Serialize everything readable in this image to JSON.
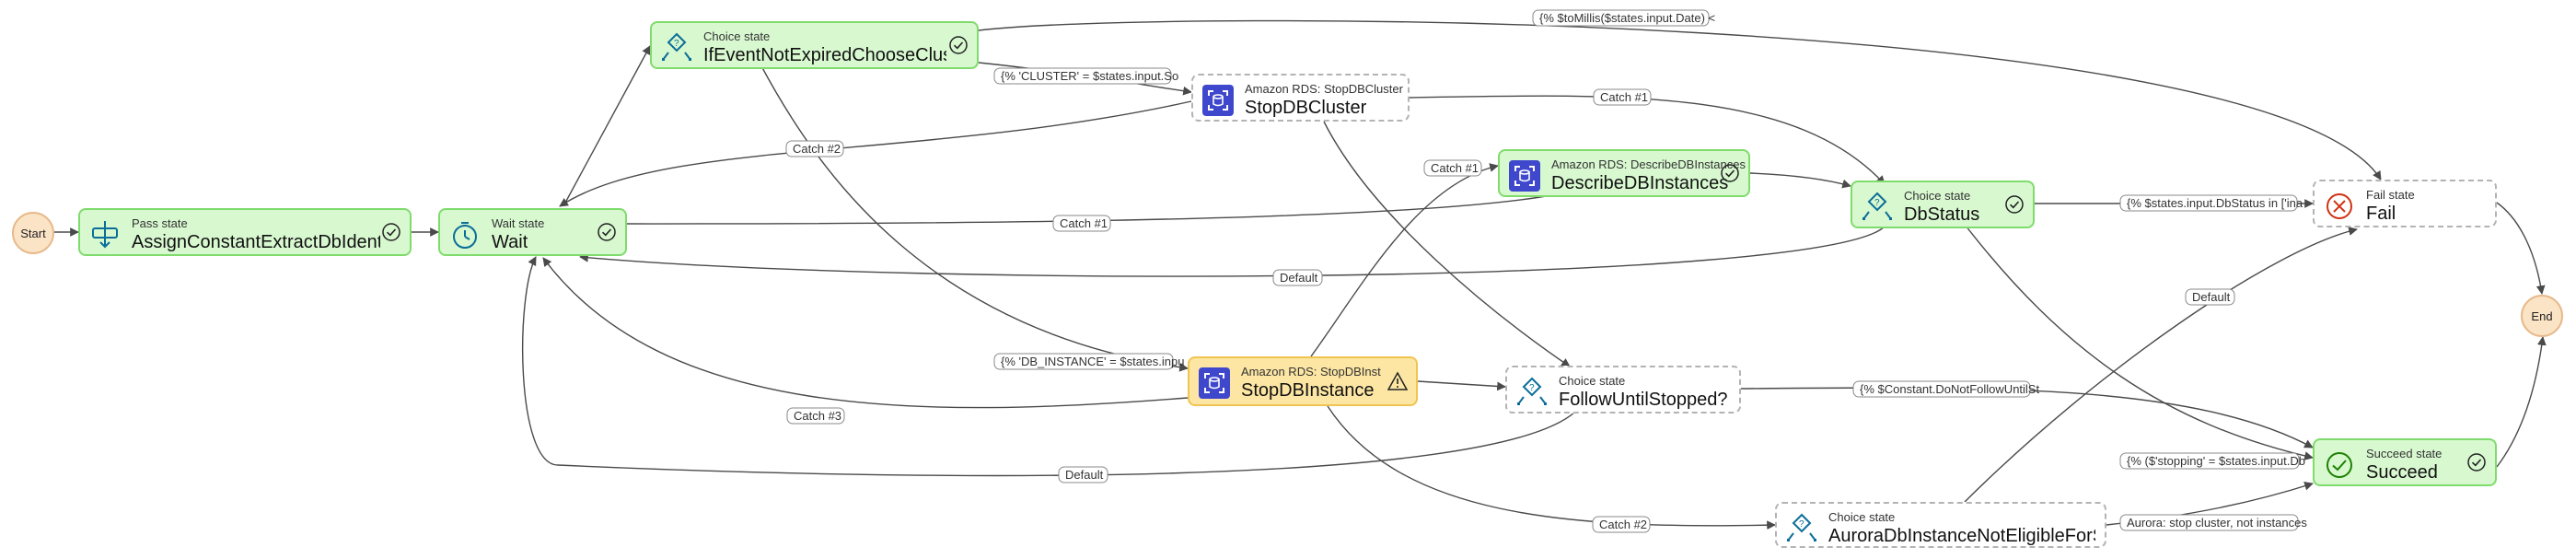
{
  "terminals": {
    "start": "Start",
    "end": "End"
  },
  "nodes": {
    "assign": {
      "type": "Pass state",
      "name": "AssignConstantExtractDbIdentifier",
      "icon": "pass-icon",
      "status": "success"
    },
    "wait": {
      "type": "Wait state",
      "name": "Wait",
      "icon": "timer-icon",
      "status": "success"
    },
    "ifEvent": {
      "type": "Choice state",
      "name": "IfEventNotExpiredChooseClusterOrInstance",
      "icon": "choice-icon",
      "status": "success"
    },
    "stopCluster": {
      "type": "Amazon RDS: StopDBCluster",
      "name": "StopDBCluster",
      "icon": "rds-icon",
      "status": "none"
    },
    "describe": {
      "type": "Amazon RDS: DescribeDBInstances",
      "name": "DescribeDBInstances",
      "icon": "rds-icon",
      "status": "success"
    },
    "dbStatus": {
      "type": "Choice state",
      "name": "DbStatus",
      "icon": "choice-icon",
      "status": "success"
    },
    "stopInstance": {
      "type": "Amazon RDS: StopDBInstance",
      "name": "StopDBInstance",
      "icon": "rds-icon",
      "status": "warning"
    },
    "follow": {
      "type": "Choice state",
      "name": "FollowUntilStopped?",
      "icon": "choice-icon",
      "status": "none"
    },
    "aurora": {
      "type": "Choice state",
      "name": "AuroraDbInstanceNotEligibleForStop",
      "icon": "choice-icon",
      "status": "none"
    },
    "fail": {
      "type": "Fail state",
      "name": "Fail",
      "icon": "fail-icon",
      "status": "none"
    },
    "succeed": {
      "type": "Succeed state",
      "name": "Succeed",
      "icon": "succeed-icon",
      "status": "success"
    }
  },
  "edge_labels": {
    "toMillis": "{% $toMillis($states.input.Date) <",
    "cluster": "{% 'CLUSTER' = $states.input.So",
    "dbInstance": "{% 'DB_INSTANCE' = $states.inpu",
    "catch2a": "Catch #2",
    "catch1a": "Catch #1",
    "catch1b": "Catch #1",
    "catch1c": "Catch #1",
    "default1": "Default",
    "catch3": "Catch #3",
    "default2": "Default",
    "catch2b": "Catch #2",
    "dbStatusIn": "{% $states.input.DbStatus in ['ina",
    "default3": "Default",
    "doNotFollow": "{% $Constant.DoNotFollowUntilSt",
    "stopping": "{% ($'stopping' = $states.input.Db",
    "aurora": "Aurora: stop cluster, not instances"
  },
  "colors": {
    "success_fill": "#d8f8d0",
    "success_border": "#7fdc6c",
    "warning_fill": "#fde6a3",
    "warning_border": "#f0c451",
    "dashed_border": "#b3b3b3",
    "terminal_fill": "#fbe3c6",
    "rds_icon": "#3f48cc",
    "fail_icon": "#d13212"
  }
}
